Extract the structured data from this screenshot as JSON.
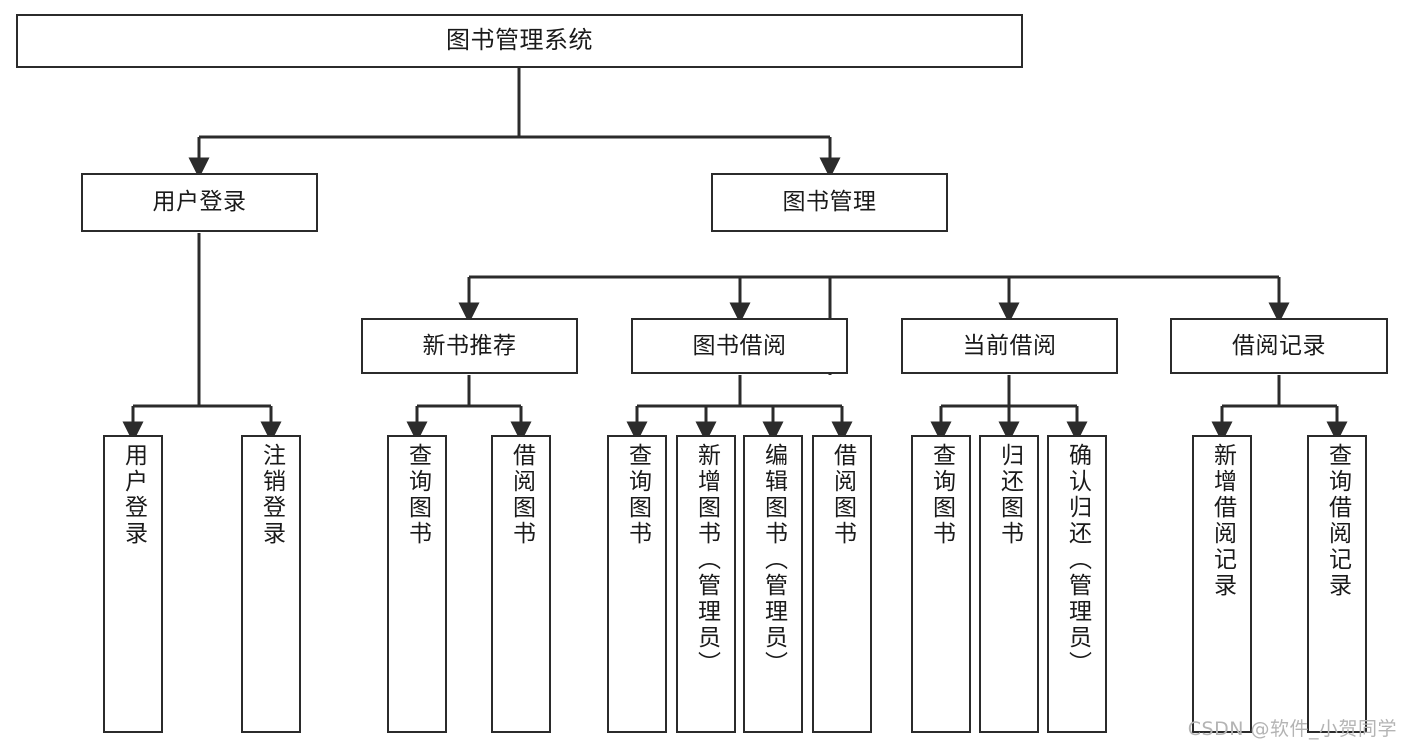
{
  "diagram": {
    "title": "图书管理系统",
    "watermark": "CSDN @软件_小贺同学",
    "line_color": "#2b2b2b",
    "box_fill": "#ffffff",
    "text_color": "#1a1a1a",
    "watermark_color": "#b4b4b4"
  },
  "nodes": {
    "root": {
      "label": "图书管理系统"
    },
    "level2": [
      {
        "label": "用户登录"
      },
      {
        "label": "图书管理"
      }
    ],
    "level3": [
      {
        "label": "新书推荐"
      },
      {
        "label": "图书借阅"
      },
      {
        "label": "当前借阅"
      },
      {
        "label": "借阅记录"
      }
    ],
    "leaves": {
      "user_login": [
        {
          "label": "用户登录"
        },
        {
          "label": "注销登录"
        }
      ],
      "new_book_recommend": [
        {
          "label": "查询图书"
        },
        {
          "label": "借阅图书"
        }
      ],
      "book_borrow": [
        {
          "label": "查询图书"
        },
        {
          "label": "新增图书（管理员）"
        },
        {
          "label": "编辑图书（管理员）"
        },
        {
          "label": "借阅图书"
        }
      ],
      "current_borrow": [
        {
          "label": "查询图书"
        },
        {
          "label": "归还图书"
        },
        {
          "label": "确认归还（管理员）"
        }
      ],
      "borrow_record": [
        {
          "label": "新增借阅记录"
        },
        {
          "label": "查询借阅记录"
        }
      ]
    }
  }
}
